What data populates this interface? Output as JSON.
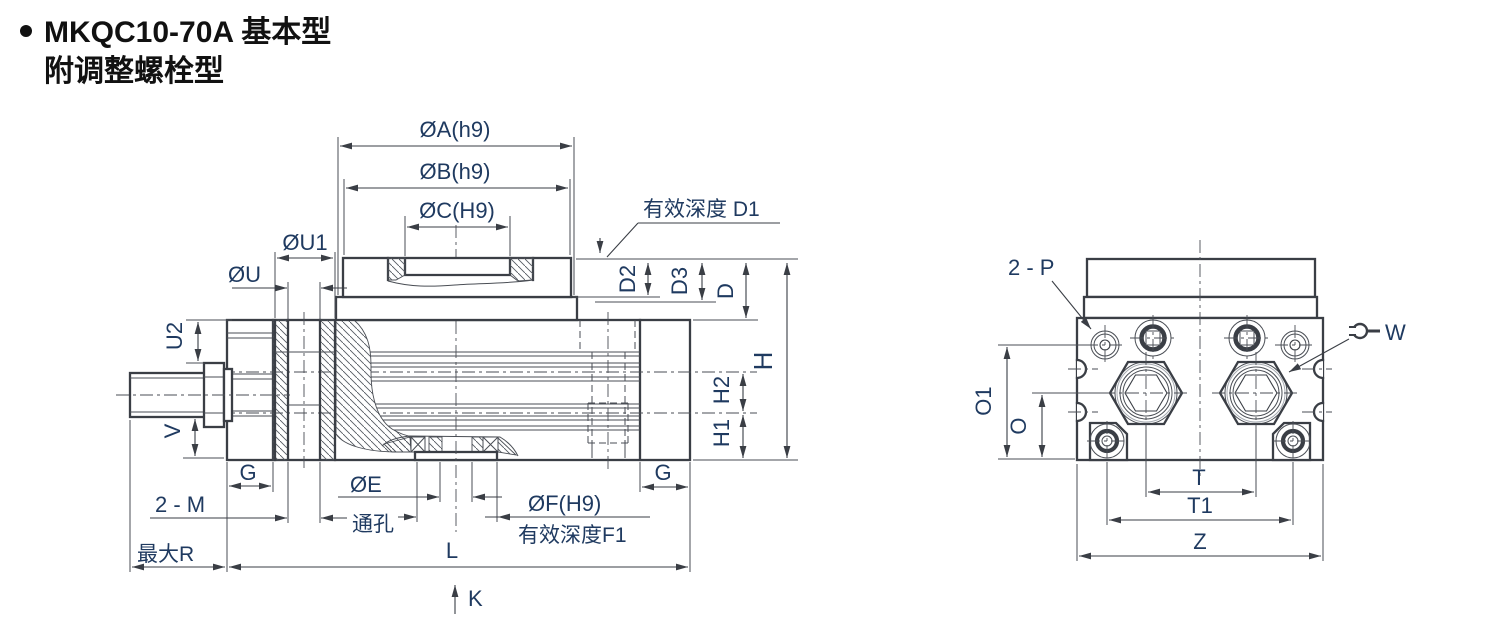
{
  "title": {
    "bullet": "●",
    "line1": "MKQC10-70A 基本型",
    "line2": "附调整螺栓型"
  },
  "colors": {
    "line": "#3a3e45",
    "label_text": "#1f3a60",
    "title_text": "#111111",
    "background": "#ffffff"
  },
  "left_view": {
    "labels": {
      "dia_a": "ØA(h9)",
      "dia_b": "ØB(h9)",
      "dia_c": "ØC(H9)",
      "depth_d1": "有效深度 D1",
      "dia_u1": "ØU1",
      "dia_u": "ØU",
      "u2": "U2",
      "v": "V",
      "g": "G",
      "two_m": "2 - M",
      "max_r": "最大R",
      "dia_e": "ØE",
      "through_hole": "通孔",
      "dia_f": "ØF(H9)",
      "depth_f1": "有效深度F1",
      "l": "L",
      "k": "K",
      "d2": "D2",
      "d3": "D3",
      "d": "D",
      "h": "H",
      "h2": "H2",
      "h1": "H1"
    }
  },
  "right_view": {
    "labels": {
      "two_p": "2 - P",
      "w": "W",
      "o1": "O1",
      "o": "O",
      "t": "T",
      "t1": "T1",
      "z": "Z"
    },
    "icons": {
      "wrench": "wrench-icon"
    }
  }
}
